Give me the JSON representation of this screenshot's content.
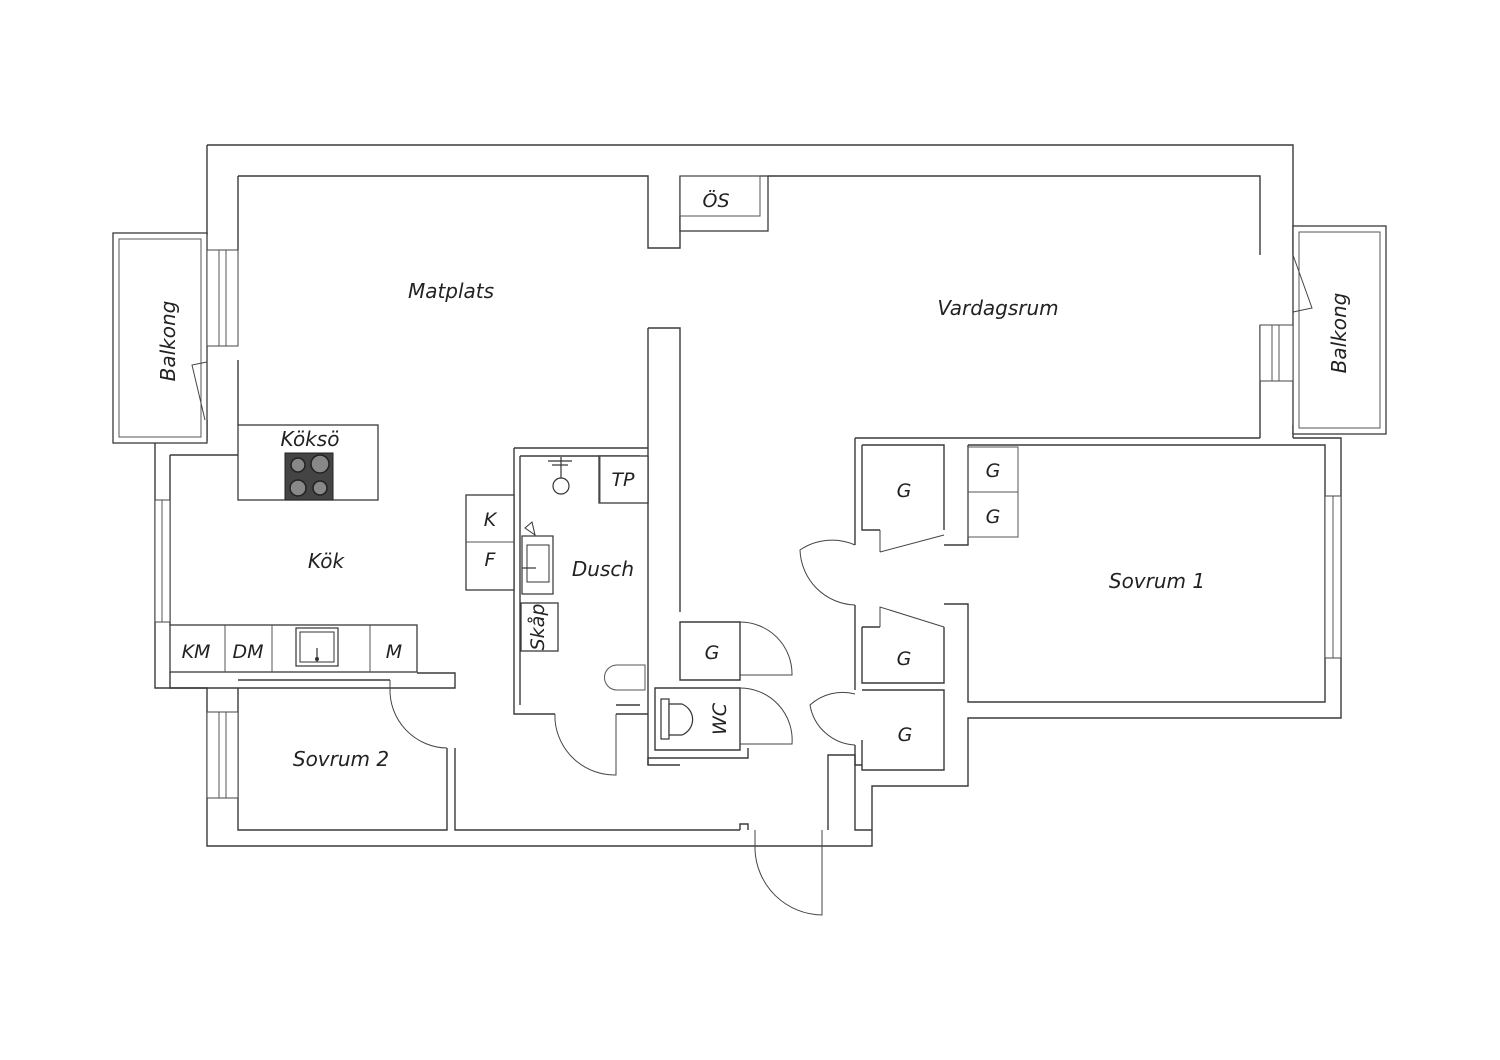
{
  "rooms": {
    "matplats": "Matplats",
    "vardagsrum": "Vardagsrum",
    "kok": "Kök",
    "koksö": "Köksö",
    "dusch": "Dusch",
    "sovrum1": "Sovrum 1",
    "sovrum2": "Sovrum 2",
    "balkong_left": "Balkong",
    "balkong_right": "Balkong"
  },
  "fixtures": {
    "os": "ÖS",
    "tp": "TP",
    "k": "K",
    "f": "F",
    "km": "KM",
    "dm": "DM",
    "m": "M",
    "skap": "Skåp",
    "wc": "WC",
    "g_bath": "G",
    "g_hall_upper": "G",
    "g_hall_lower1": "G",
    "g_hall_lower2": "G",
    "g_bed1_a": "G",
    "g_bed1_b": "G"
  },
  "colors": {
    "wall": "#3a3a3a",
    "hob": "#444444",
    "background": "#ffffff"
  }
}
